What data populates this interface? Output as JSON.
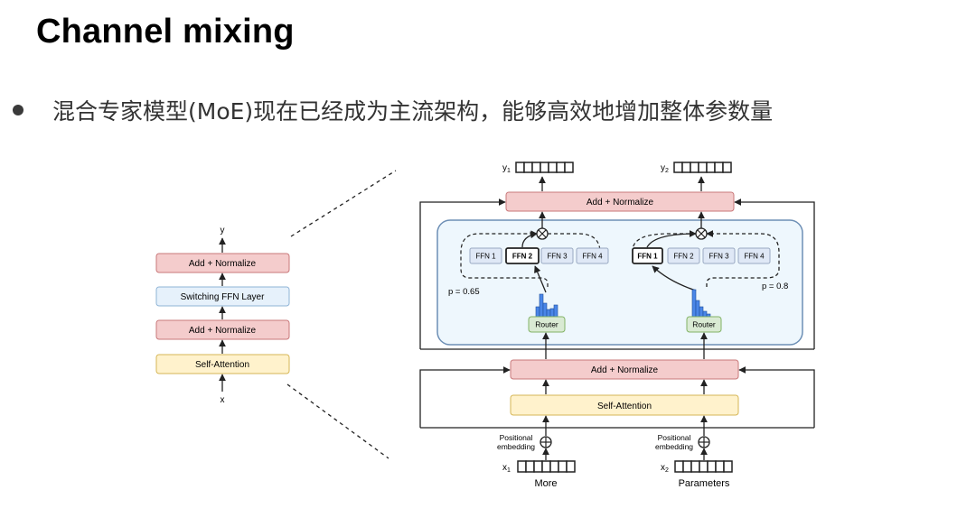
{
  "slide": {
    "title": "Channel mixing",
    "bullet": "混合专家模型(MoE)现在已经成为主流架构，能够高效地增加整体参数量"
  },
  "left_diagram": {
    "output": "y",
    "input": "x",
    "blocks": [
      "Add + Normalize",
      "Switching FFN Layer",
      "Add + Normalize",
      "Self-Attention"
    ]
  },
  "right_diagram": {
    "outputs": [
      "y",
      "y"
    ],
    "output_subscripts": [
      "1",
      "2"
    ],
    "inputs": [
      "x",
      "x"
    ],
    "input_subscripts": [
      "1",
      "2"
    ],
    "top_block": "Add + Normalize",
    "mid_block": "Add + Normalize",
    "attention_block": "Self-Attention",
    "positional": [
      "Positional",
      "embedding"
    ],
    "tokens": [
      "More",
      "Parameters"
    ],
    "routers": [
      "Router",
      "Router"
    ],
    "probabilities": [
      "p = 0.65",
      "p = 0.8"
    ],
    "experts_left": [
      "FFN 1",
      "FFN 2",
      "FFN 3",
      "FFN 4"
    ],
    "experts_right": [
      "FFN 1",
      "FFN 2",
      "FFN 3",
      "FFN 4"
    ],
    "selected_expert": [
      "FFN 2",
      "FFN 1"
    ]
  },
  "colors": {
    "add_norm_fill": "#f4cccc",
    "add_norm_stroke": "#c9787a",
    "switch_fill": "#e6f1fb",
    "switch_stroke": "#8fb4d6",
    "attn_fill": "#fff2cc",
    "attn_stroke": "#d6b656",
    "moe_fill": "#eef7fd",
    "moe_stroke": "#6d8fb5",
    "ffn_fill": "#dfe8f6",
    "ffn_stroke": "#9aa9c2",
    "router_fill": "#d9ead3",
    "router_stroke": "#82b366",
    "bar_color": "#4a86e8"
  }
}
